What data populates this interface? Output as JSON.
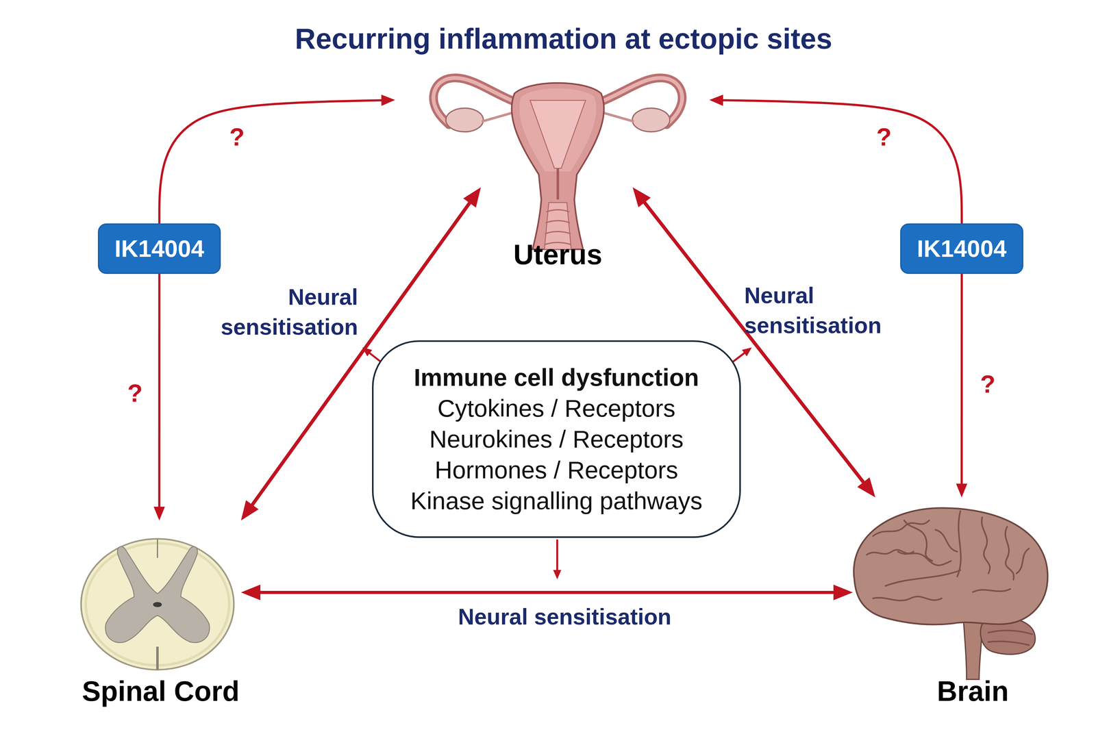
{
  "diagram": {
    "title": "Recurring inflammation at ectopic sites",
    "nodes": [
      {
        "text": [
          "Uterus"
        ]
      },
      {
        "text": [
          "IK14004"
        ]
      },
      {
        "text": [
          "IK14004"
        ]
      },
      {
        "text": [
          "Immune cell dysfunction",
          "Cytokines / Receptors",
          "Neurokines / Receptors",
          "Hormones / Receptors",
          "Kinase signalling pathways"
        ]
      },
      {
        "text": [
          "Spinal Cord"
        ]
      },
      {
        "text": [
          "Brain"
        ]
      }
    ],
    "edges": [
      {
        "from": 0,
        "to": 4,
        "arrow": "both",
        "label": "Neural sensitisation"
      },
      {
        "from": 0,
        "to": 5,
        "arrow": "both",
        "label": "Neural sensitisation"
      },
      {
        "from": 4,
        "to": 5,
        "arrow": "both",
        "label": "Neural sensitisation"
      },
      {
        "from": 1,
        "to": 0,
        "arrow": "to",
        "label": "?"
      },
      {
        "from": 1,
        "to": 4,
        "arrow": "to",
        "label": "?"
      },
      {
        "from": 2,
        "to": 0,
        "arrow": "to",
        "label": "?"
      },
      {
        "from": 2,
        "to": 5,
        "arrow": "to",
        "label": "?"
      }
    ]
  }
}
